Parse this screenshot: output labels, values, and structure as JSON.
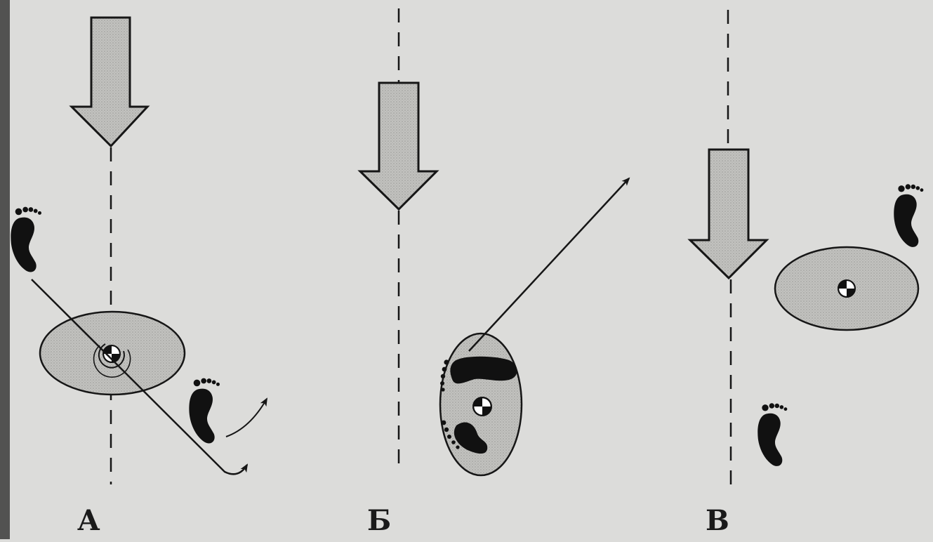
{
  "panels": [
    {
      "id": "a",
      "label": "А"
    },
    {
      "id": "b",
      "label": "Б"
    },
    {
      "id": "c",
      "label": "В"
    }
  ],
  "colors": {
    "paper": "#dcdcda",
    "arrow_fill": "#b7b7b4",
    "ellipse_fill": "#b9b9b6",
    "ink": "#161616"
  },
  "icons": [
    "down-arrow-icon",
    "center-of-mass-icon",
    "footprint-icon",
    "curved-arrow-icon"
  ]
}
